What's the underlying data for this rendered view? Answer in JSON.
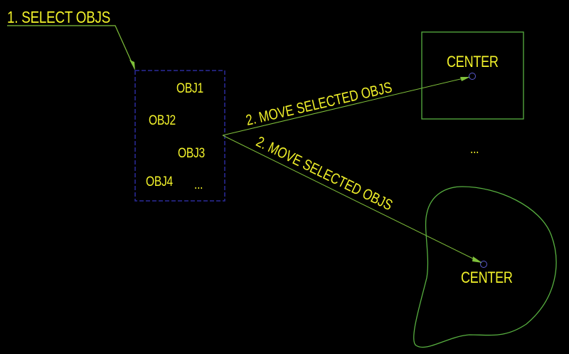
{
  "diagram": {
    "background": "#000000",
    "colors": {
      "text": "#f2f22a",
      "leader": "#7fbf3a",
      "selection_box": "#2a2a9a",
      "target_outline": "#58b040",
      "center_marker": "#5a5ad0"
    },
    "step1": {
      "label": "1. SELECT OBJS"
    },
    "selection": {
      "objects": [
        "OBJ1",
        "OBJ2",
        "OBJ3",
        "OBJ4"
      ],
      "ellipsis": "..."
    },
    "moves": [
      {
        "label": "2. MOVE SELECTED OBJS",
        "target": "rectangle"
      },
      {
        "label": "2. MOVE SELECTED OBJS",
        "target": "freeform"
      }
    ],
    "targets": {
      "rectangle": {
        "center_label": "CENTER"
      },
      "between_ellipsis": "...",
      "freeform": {
        "center_label": "CENTER"
      }
    }
  }
}
